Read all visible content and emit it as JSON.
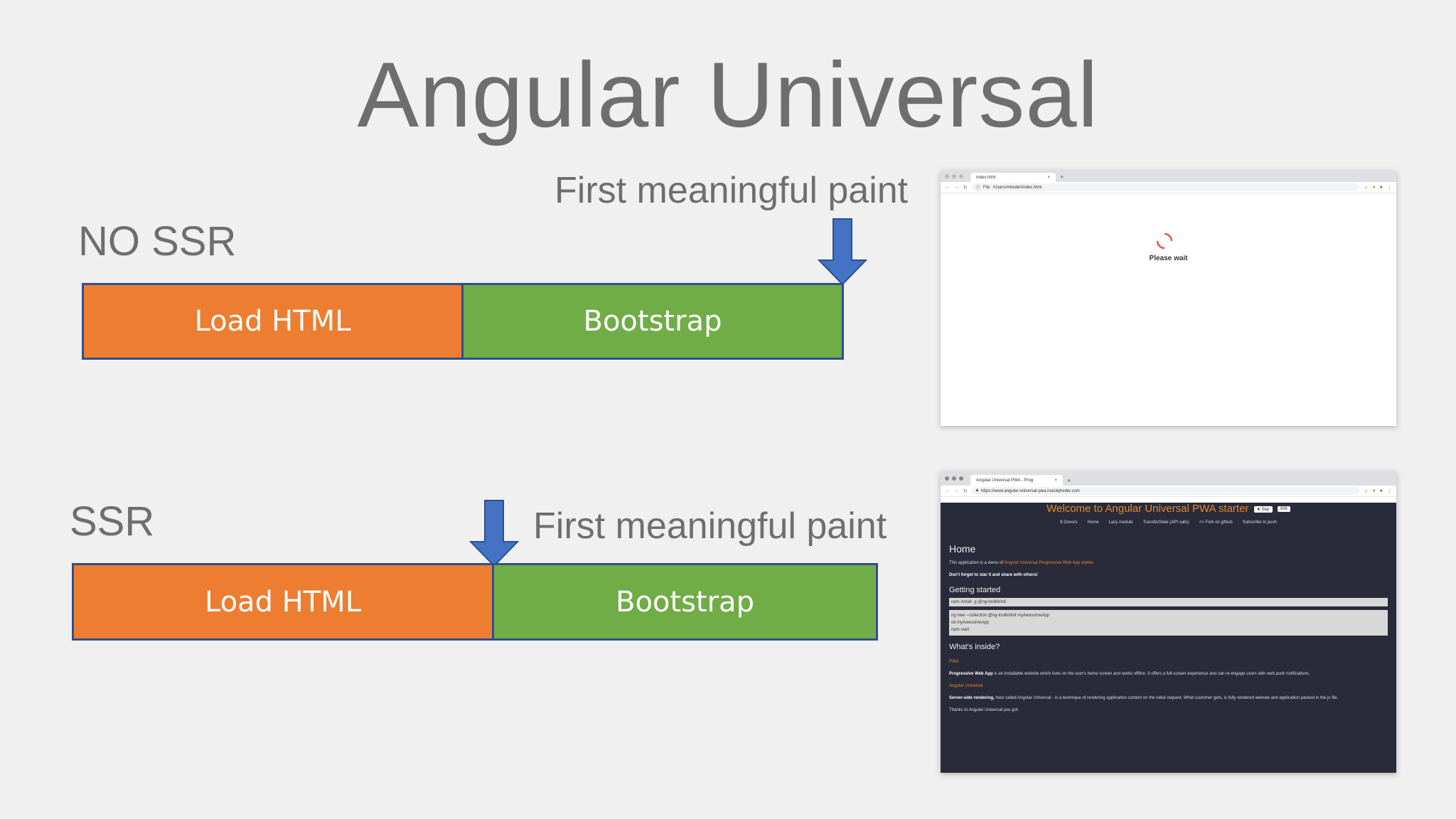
{
  "title": "Angular Universal",
  "no_ssr": {
    "label": "NO SSR",
    "fmp_label": "First meaningful paint",
    "segments": [
      {
        "label": "Load HTML"
      },
      {
        "label": "Bootstrap"
      }
    ]
  },
  "ssr": {
    "label": "SSR",
    "fmp_label": "First meaningful paint",
    "segments": [
      {
        "label": "Load HTML"
      },
      {
        "label": "Bootstrap"
      }
    ]
  },
  "colors": {
    "load": "#ed7d31",
    "bootstrap": "#70ad47",
    "arrow": "#4472c4",
    "border": "#2f4f8f"
  },
  "browser1": {
    "tab_title": "index.html",
    "url_prefix": "File",
    "url": "/Users/mtreder/index.html",
    "loading_text": "Please wait"
  },
  "browser2": {
    "tab_title": "Angular Universal PWA - Prog",
    "url": "https://www.angular-universal-pwa.maciejtreder.com",
    "welcome": "Welcome to Angular Universal PWA starter",
    "star_badge": "★ Star",
    "count_badge": "836",
    "nav": [
      "$ Donors",
      "Home",
      "Lazy module",
      "TransferState (API calls)",
      "<> Fork on github",
      "Subscribe to push"
    ],
    "home_heading": "Home",
    "intro_prefix": "This application is a demo of ",
    "intro_link": "Angular Universal Progressive Web App starter.",
    "star_note": "Don't forget to star it and share with others!",
    "getting_started": "Getting started",
    "code1": "npm install -g @ng-toolkit/init",
    "code2_lines": [
      "ng new --collection @ng-toolkit/init myAwesomeApp",
      "cd myAwesomeApp",
      "npm start"
    ],
    "whats_inside": "What's inside?",
    "pwa_heading": "PWA",
    "pwa_bold": "Progressive Web App",
    "pwa_text": " is an installable website which lives on the user's home screen and works offline. It offers a full-screen experience and can re-engage users with web push notifications.",
    "au_heading": "Angular Universal",
    "ssr_bold": "Server-side rendering,",
    "ssr_text": " here called Angular Universal - is a technique of rendering application content on the initial request. What customer gets, is fully rendered website and application packed in the js file.",
    "thanks": "Thanks to Angular Universal you got:"
  }
}
